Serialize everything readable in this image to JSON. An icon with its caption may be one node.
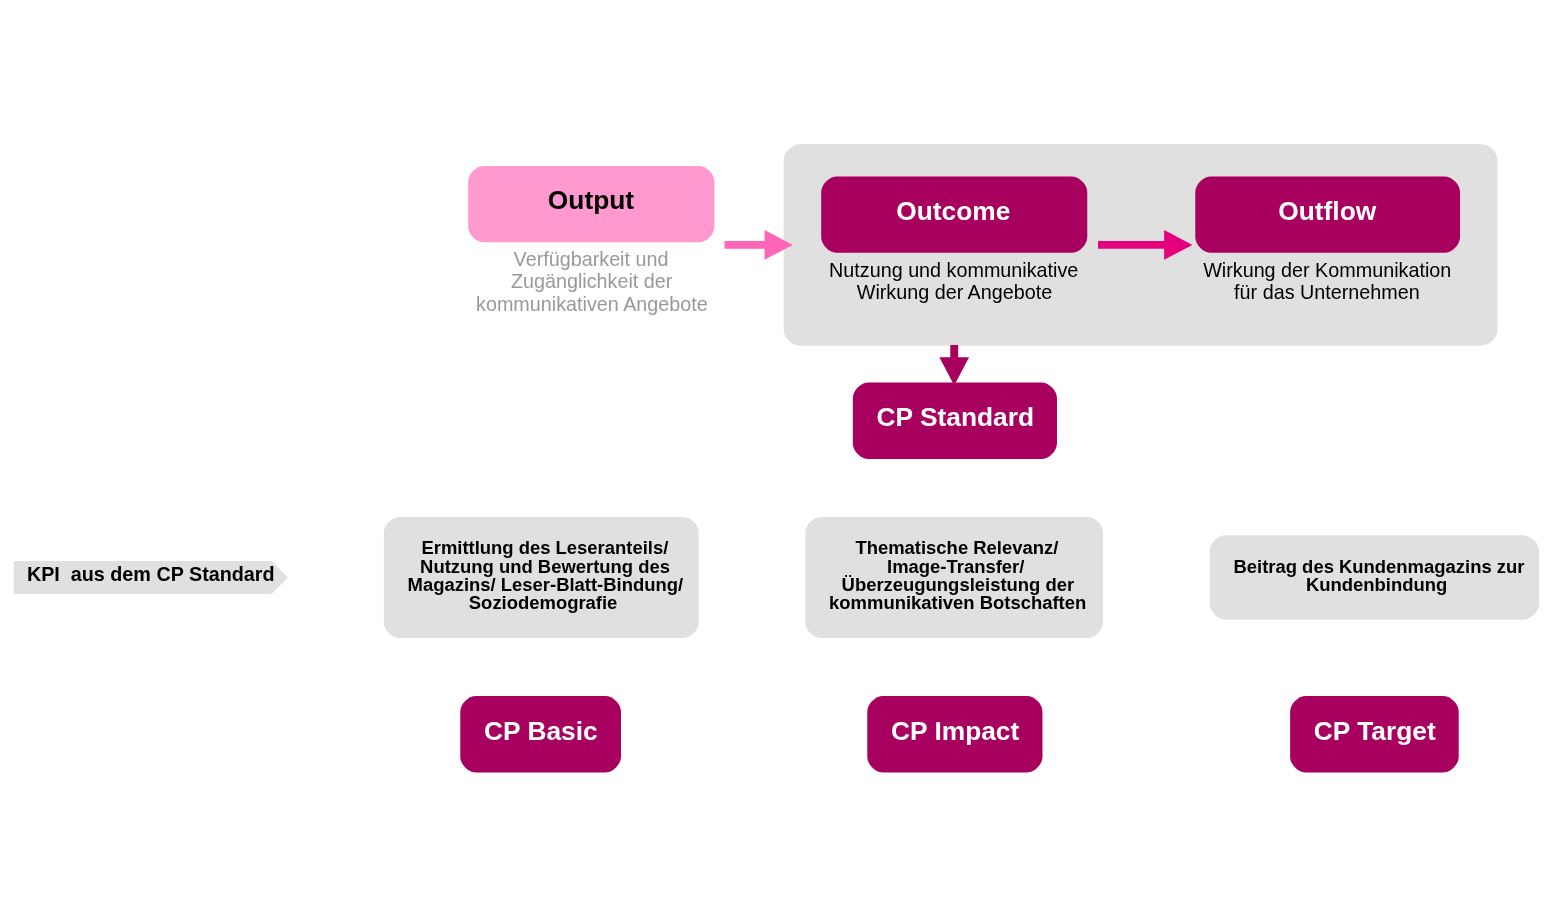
{
  "diagram": {
    "nodes": [
      {
        "text": [
          "Output"
        ],
        "beside": [
          "Verfügbarkeit und Zugänglichkeit der kommunikativen Angebote"
        ]
      },
      {
        "text": [],
        "shape": "box"
      },
      {
        "text": [
          "Outcome"
        ],
        "in": 1,
        "beside": [
          "Nutzung und kommunikative Wirkung der Angebote"
        ]
      },
      {
        "text": [
          "Outflow"
        ],
        "in": 1,
        "beside": [
          "Wirkung der Kommunikation für das Unternehmen"
        ]
      },
      {
        "text": [
          "CP Standard"
        ]
      },
      {
        "text": [
          "KPI  aus dem CP Standard"
        ]
      },
      {
        "text": [
          "Ermittlung des Leseranteils/ Nutzung und Bewertung des Magazins/ Leser-Blatt-Bindung/ Soziodemografie"
        ]
      },
      {
        "text": [
          "Thematische Relevanz/ Image-Transfer/ Überzeugungsleistung der kommunikativen Botschaften"
        ]
      },
      {
        "text": [
          "Beitrag des Kundenmagazins zur Kundenbindung"
        ]
      },
      {
        "text": [
          "CP Basic"
        ]
      },
      {
        "text": [
          "CP Impact"
        ]
      },
      {
        "text": [
          "CP Target"
        ]
      }
    ],
    "edges": [
      {
        "from": 0,
        "to": 1,
        "arrow": "to",
        "color": "#ff66b8"
      },
      {
        "from": 2,
        "to": 3,
        "arrow": "to",
        "color": "#e6007e"
      },
      {
        "from": 1,
        "to": 4,
        "arrow": "to",
        "color": "#a8005f"
      }
    ]
  }
}
